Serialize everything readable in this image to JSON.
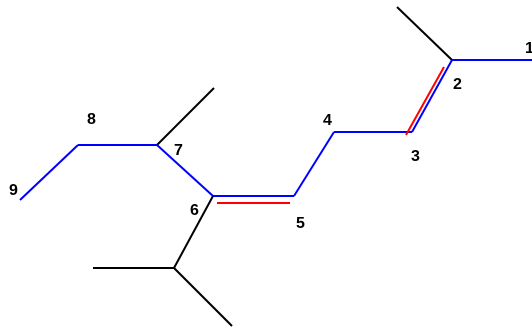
{
  "colors": {
    "main_chain": "#0000ff",
    "substituent": "#000000",
    "double_bond": "#ff0000"
  },
  "labels": {
    "c1": "1",
    "c2": "2",
    "c3": "3",
    "c4": "4",
    "c5": "5",
    "c6": "6",
    "c7": "7",
    "c8": "8",
    "c9": "9"
  }
}
